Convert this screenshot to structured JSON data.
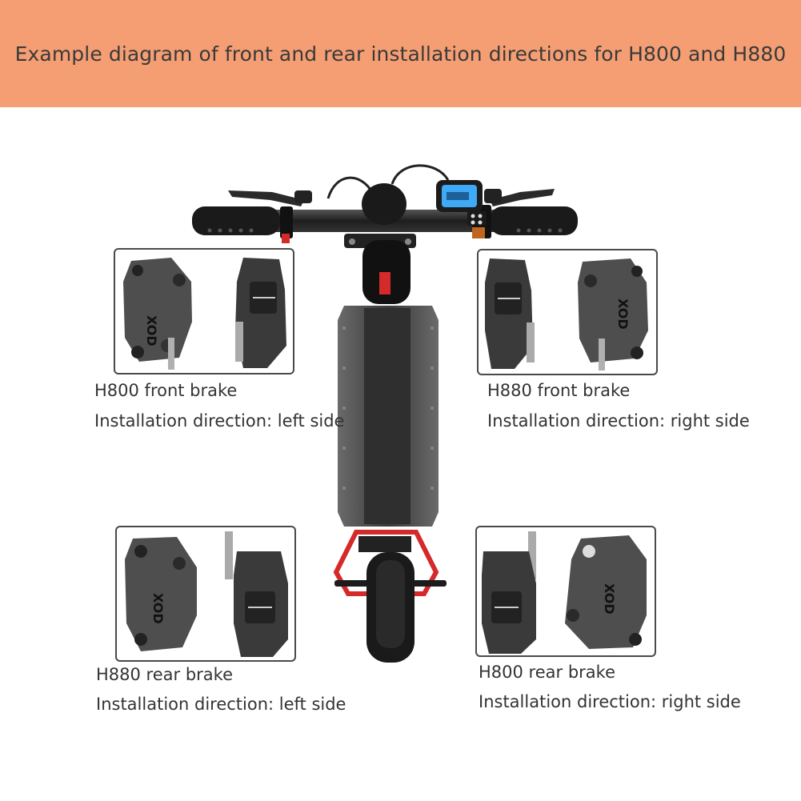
{
  "banner": {
    "title": "Example diagram of front and rear installation directions for H800 and H880",
    "background": "#f59e73"
  },
  "panels": [
    {
      "name": "H800 front brake",
      "direction": "Installation direction: left side"
    },
    {
      "name": "H880 front brake",
      "direction": "Installation direction: right side"
    },
    {
      "name": "H880 rear brake",
      "direction": "Installation direction: left side"
    },
    {
      "name": "H800 rear brake",
      "direction": "Installation direction: right side"
    }
  ],
  "colors": {
    "accent_red": "#d42a2a",
    "display_blue": "#3fa9f5",
    "deck_gray": "#5a5a5a"
  }
}
